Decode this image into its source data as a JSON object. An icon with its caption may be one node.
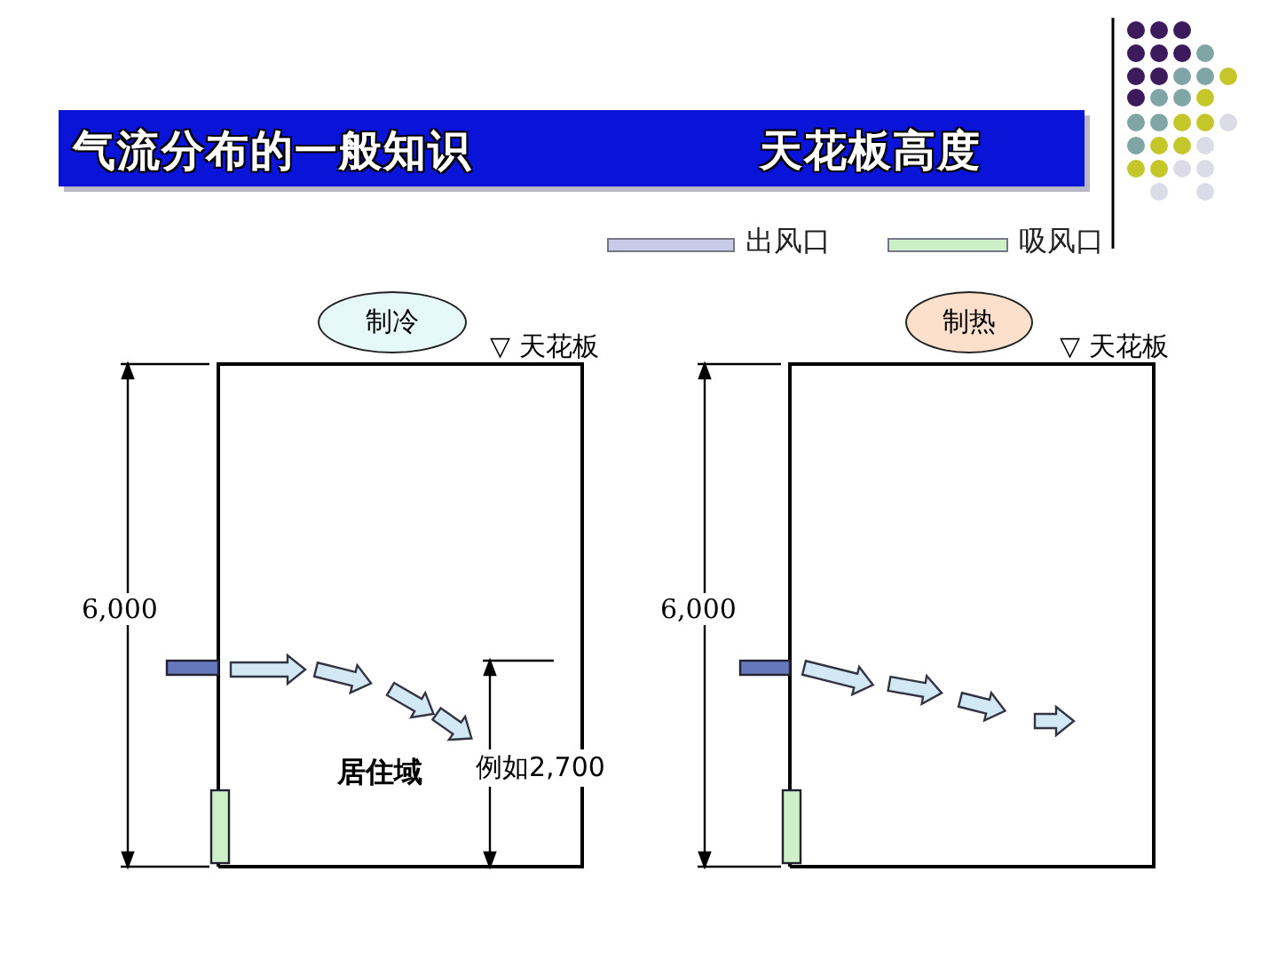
{
  "diagram": {
    "nodes": [
      {
        "text": [
          "气流分布的一般知识",
          "天花板高度"
        ]
      },
      {
        "text": [
          "制冷"
        ]
      },
      {
        "text": [
          "制热"
        ]
      }
    ],
    "labels": [
      "▽ 天花板",
      "▽ 天花板",
      "6,000",
      "6,000",
      "居住域",
      "例如2,700"
    ],
    "legend": [
      {
        "text": "出风口",
        "color": "#c8cbe8"
      },
      {
        "text": "吸风口",
        "color": "#cdf0c8"
      }
    ]
  }
}
